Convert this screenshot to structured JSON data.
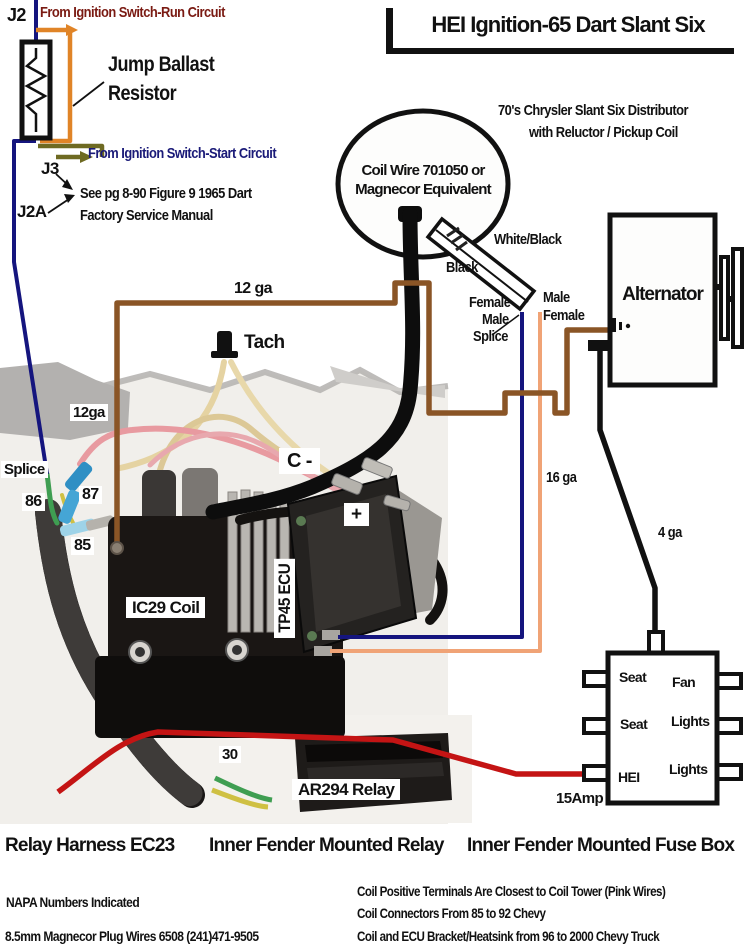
{
  "title": "HEI Ignition-65 Dart Slant Six",
  "distributor": {
    "heading1": "70's Chrysler Slant Six Distributor",
    "heading2": "with Reluctor / Pickup Coil",
    "circle1": "Coil Wire 701050 or",
    "circle2": "Magnecor Equivalent"
  },
  "ignition": {
    "j2": "J2",
    "j3": "J3",
    "j2a": "J2A",
    "run_circuit": "From Ignition Switch-Run Circuit",
    "start_circuit": "From Ignition Switch-Start Circuit",
    "jump1": "Jump Ballast",
    "jump2": "Resistor",
    "manual1": "See pg 8-90 Figure 9 1965 Dart",
    "manual2": "Factory Service Manual"
  },
  "wires": {
    "gauge12_top": "12 ga",
    "gauge12_left": "12ga",
    "gauge16": "16 ga",
    "gauge4": "4 ga",
    "splice": "Splice",
    "black": "Black",
    "white_black": "White/Black",
    "female": "Female",
    "male": "Male",
    "splice2": "Splice",
    "male2": "Male",
    "female2": "Female",
    "t30": "30",
    "t85": "85",
    "t86": "86",
    "t87": "87"
  },
  "components": {
    "alternator": "Alternator",
    "coil": "IC29 Coil",
    "ecu": "TP45 ECU",
    "relay": "AR294 Relay",
    "tach": "Tach",
    "c_minus": "C -",
    "plus": "+"
  },
  "fuse_box": {
    "left": [
      "Seat",
      "Seat",
      "HEI"
    ],
    "right": [
      "Fan",
      "Lights",
      "Lights"
    ],
    "amp": "15Amp"
  },
  "captions": {
    "relay_harness": "Relay Harness EC23",
    "fender_relay": "Inner Fender Mounted Relay",
    "fender_fuse": "Inner Fender Mounted Fuse Box"
  },
  "footnotes": {
    "napa": "NAPA Numbers Indicated",
    "magnecor": "8.5mm Magnecor Plug Wires 6508  (241)471-9505",
    "note1": "Coil Positive Terminals Are Closest to Coil Tower (Pink Wires)",
    "note2": "Coil Connectors From 85 to 92 Chevy",
    "note3": "Coil and ECU Bracket/Heatsink from 96 to 2000 Chevy Truck"
  },
  "colors": {
    "wire_brown": "#8a5526",
    "wire_blue": "#15157e",
    "wire_orange_jump": "#e08427",
    "wire_orange_light": "#f0a376",
    "wire_olive": "#6e6a22",
    "wire_red": "#c41414",
    "wire_black": "#111111",
    "run_text_color": "#7a1a12",
    "start_text_color": "#1a1a78"
  }
}
